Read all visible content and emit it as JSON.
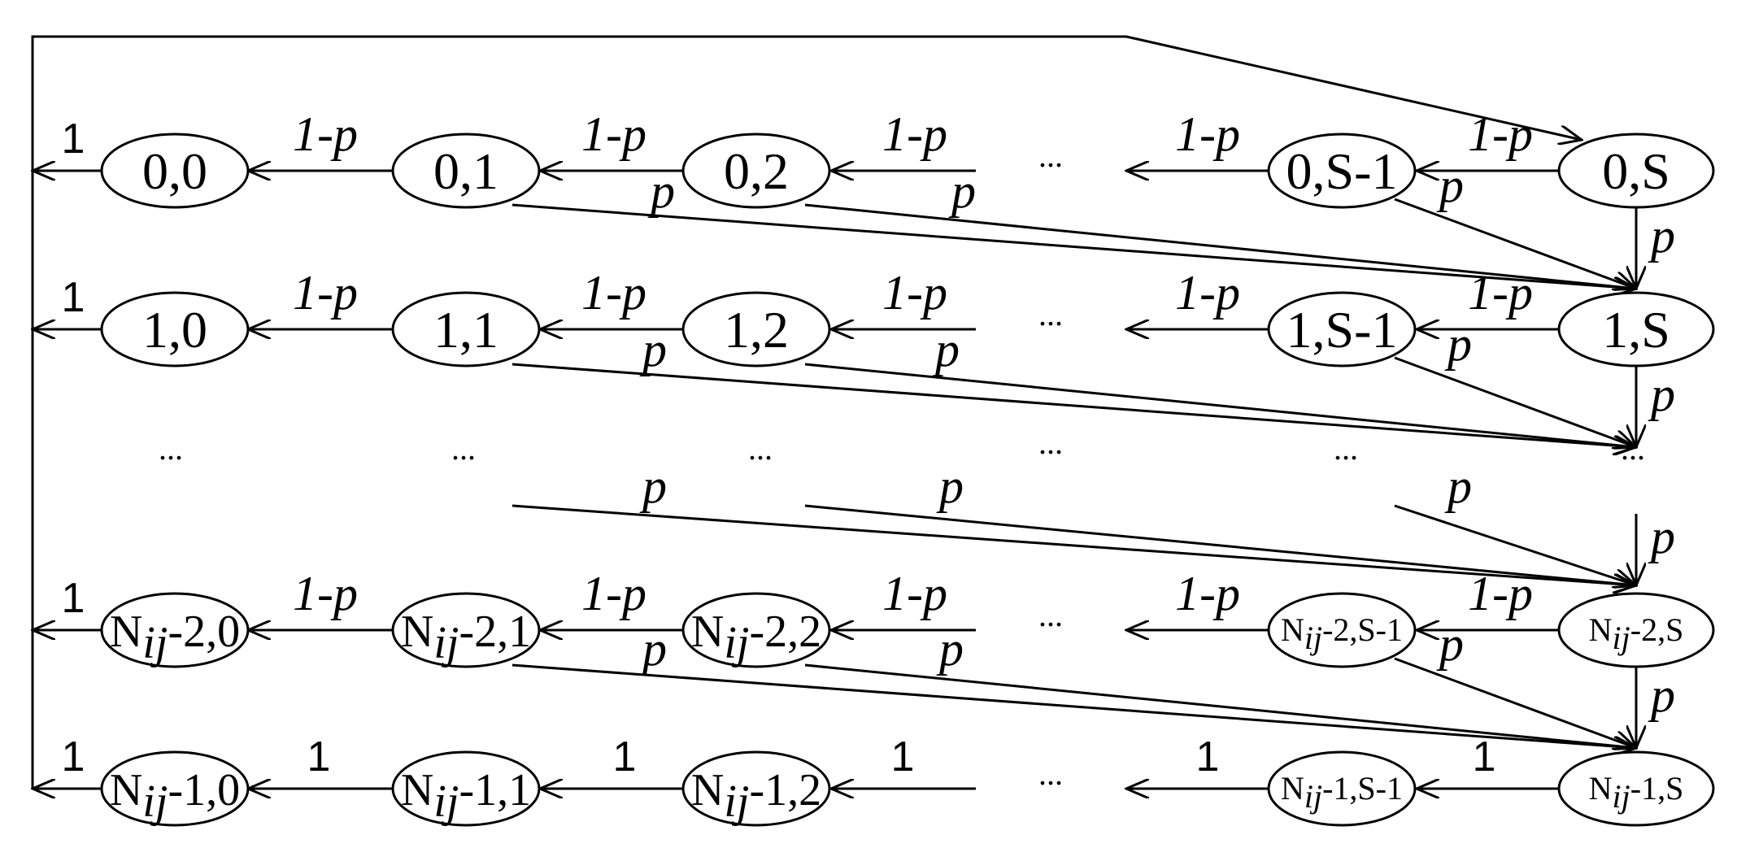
{
  "rows": [
    {
      "nodes": [
        {
          "prefix": "",
          "suffix": "0,0"
        },
        {
          "prefix": "",
          "suffix": "0,1"
        },
        {
          "prefix": "",
          "suffix": "0,2"
        },
        {
          "prefix": "",
          "suffix": "0,S-1"
        },
        {
          "prefix": "",
          "suffix": "0,S"
        }
      ],
      "edge_labels": [
        "1",
        "1-p",
        "1-p",
        "1-p",
        "1-p",
        "1-p"
      ],
      "p_labels": [
        "p",
        "p",
        "p",
        "p"
      ]
    },
    {
      "nodes": [
        {
          "prefix": "",
          "suffix": "1,0"
        },
        {
          "prefix": "",
          "suffix": "1,1"
        },
        {
          "prefix": "",
          "suffix": "1,2"
        },
        {
          "prefix": "",
          "suffix": "1,S-1"
        },
        {
          "prefix": "",
          "suffix": "1,S"
        }
      ],
      "edge_labels": [
        "1",
        "1-p",
        "1-p",
        "1-p",
        "1-p",
        "1-p"
      ],
      "p_labels": [
        "p",
        "p",
        "p",
        "p"
      ]
    },
    {
      "nodes": [
        {
          "prefix": "N",
          "sub": "ij",
          "suffix": "-2,0"
        },
        {
          "prefix": "N",
          "sub": "ij",
          "suffix": "-2,1"
        },
        {
          "prefix": "N",
          "sub": "ij",
          "suffix": "-2,2"
        },
        {
          "prefix": "N",
          "sub": "ij",
          "suffix": "-2,S-1"
        },
        {
          "prefix": "N",
          "sub": "ij",
          "suffix": "-2,S"
        }
      ],
      "edge_labels": [
        "1",
        "1-p",
        "1-p",
        "1-p",
        "1-p",
        "1-p"
      ],
      "p_labels": [
        "p",
        "p",
        "p",
        "p"
      ]
    },
    {
      "nodes": [
        {
          "prefix": "N",
          "sub": "ij",
          "suffix": "-1,0"
        },
        {
          "prefix": "N",
          "sub": "ij",
          "suffix": "-1,1"
        },
        {
          "prefix": "N",
          "sub": "ij",
          "suffix": "-1,2"
        },
        {
          "prefix": "N",
          "sub": "ij",
          "suffix": "-1,S-1"
        },
        {
          "prefix": "N",
          "sub": "ij",
          "suffix": "-1,S"
        }
      ],
      "edge_labels": [
        "1",
        "1",
        "1",
        "1",
        "1",
        "1"
      ],
      "p_labels": []
    }
  ],
  "ellipsis": "...",
  "middle_p_labels": [
    "p",
    "p",
    "p",
    "p"
  ]
}
